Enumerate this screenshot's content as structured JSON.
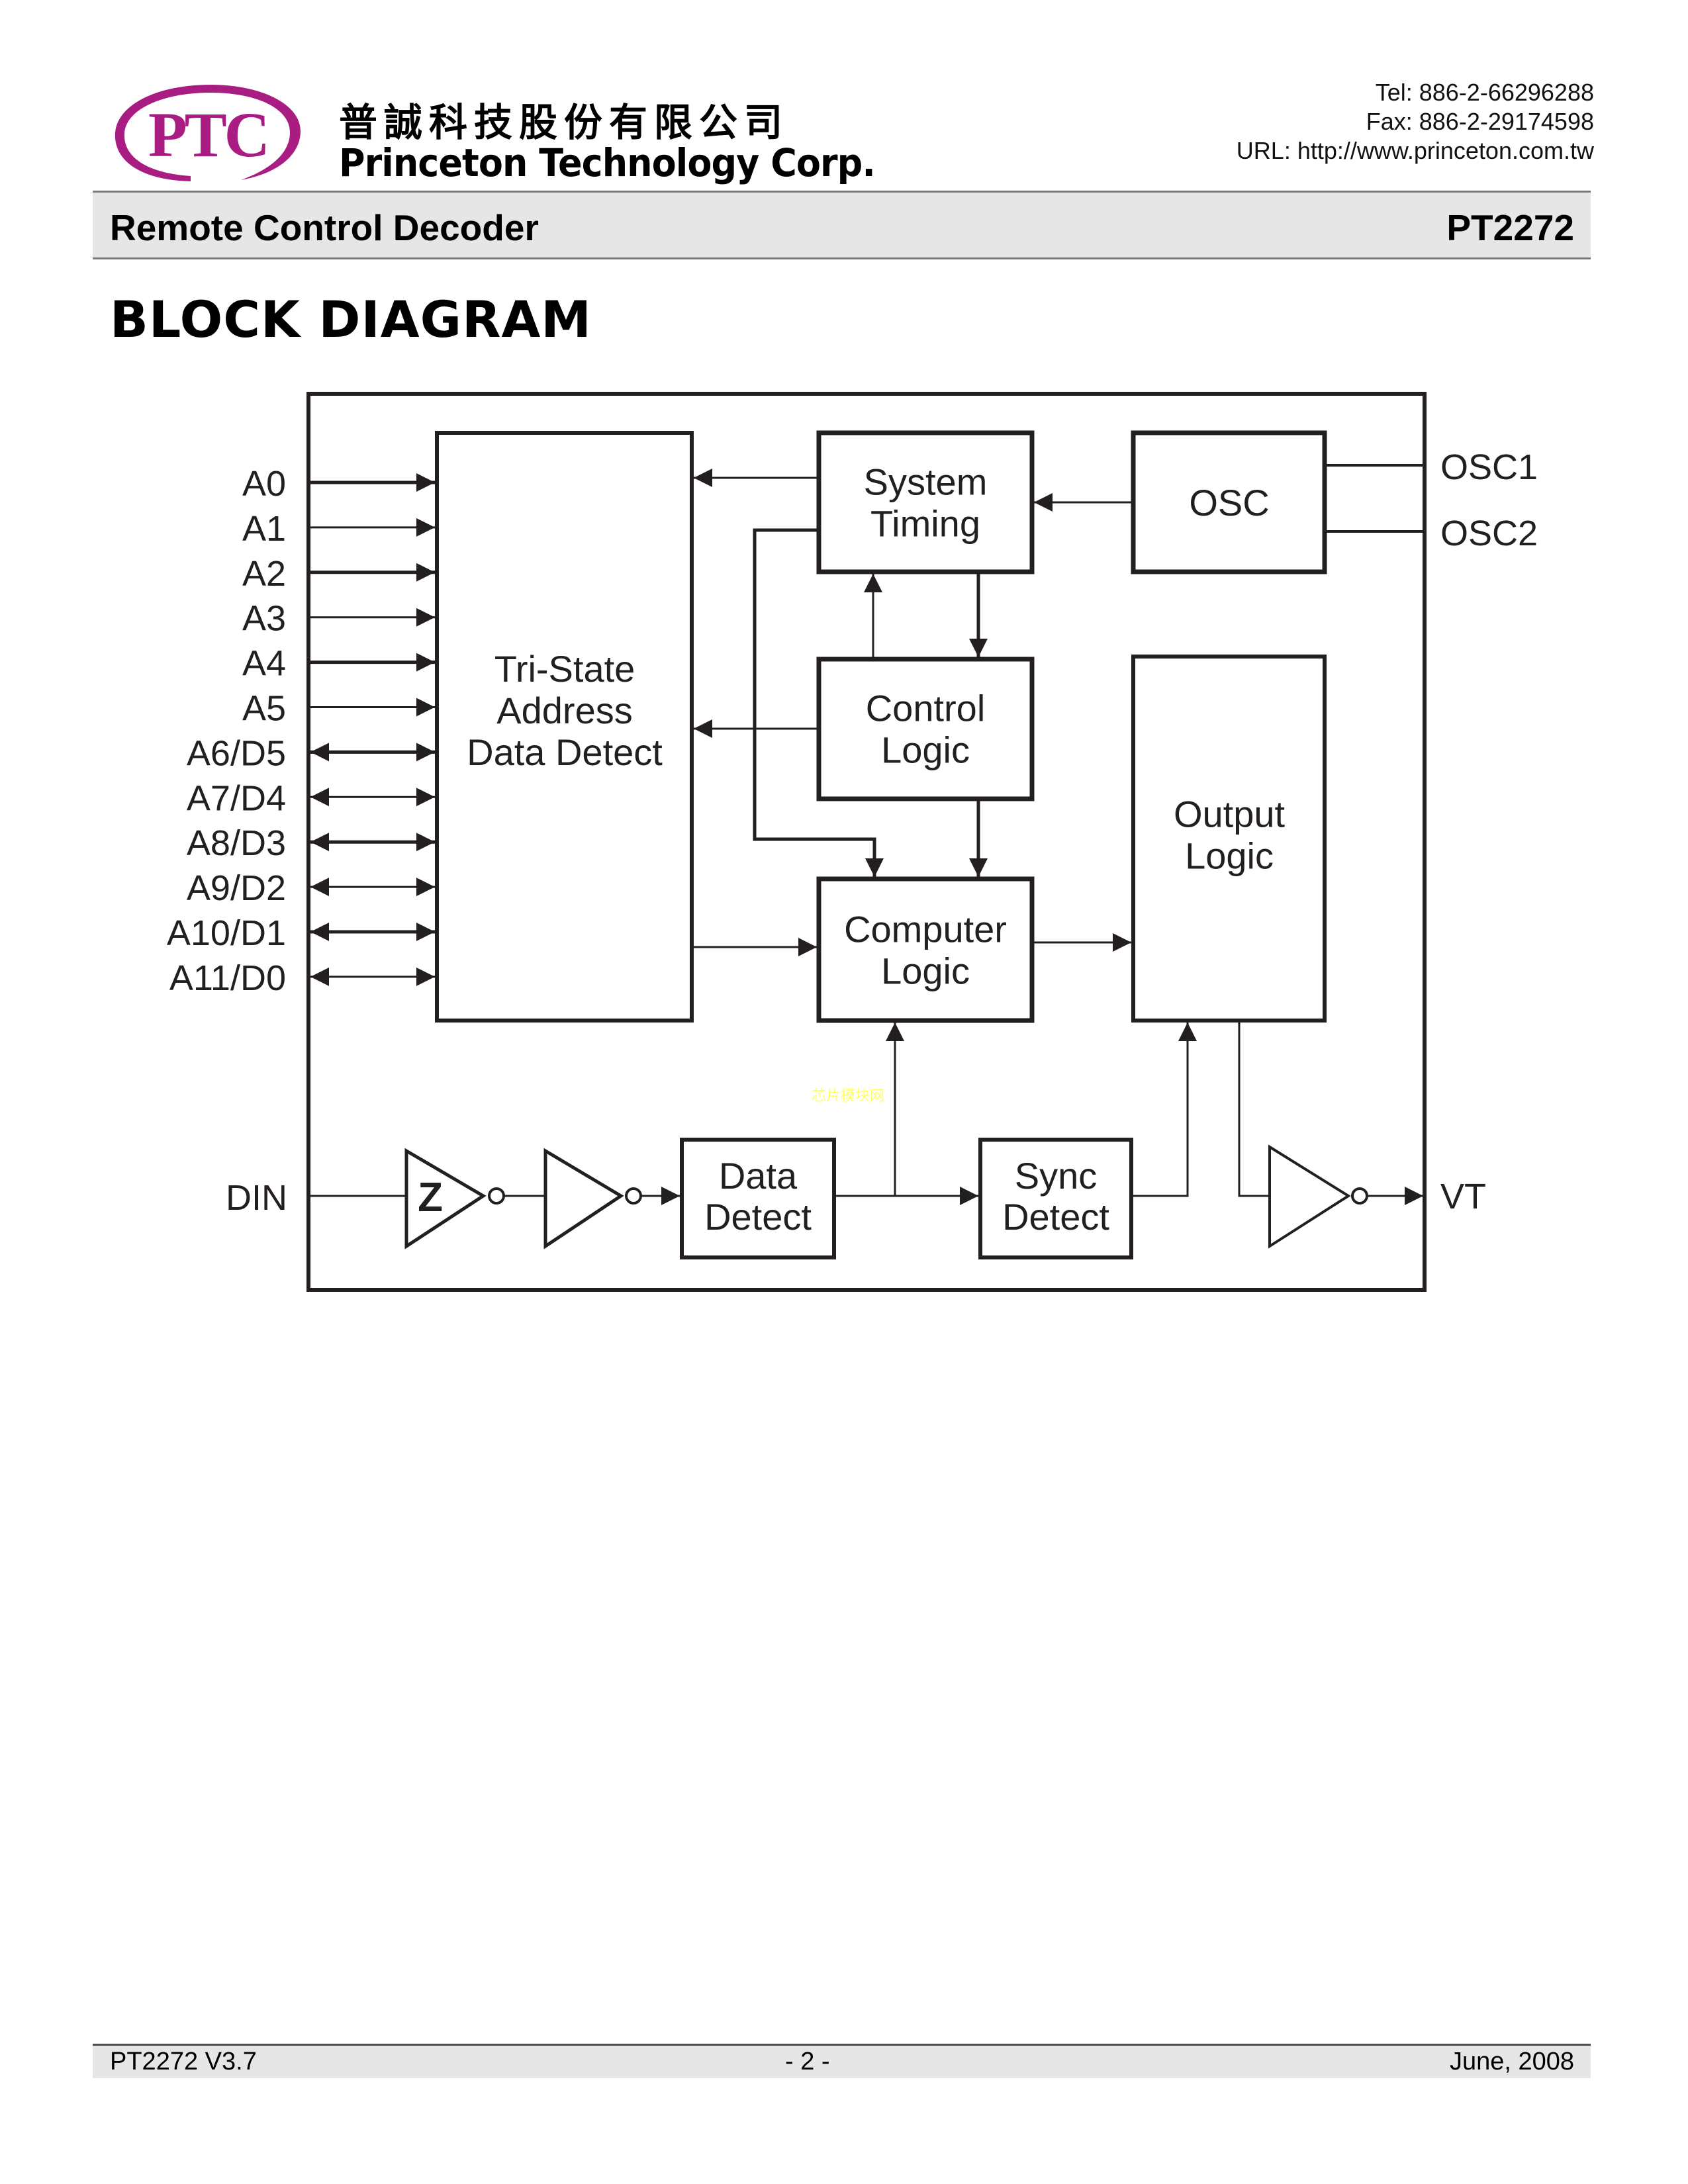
{
  "brand": {
    "logo_text": "PTC",
    "company_name_cn": "普誠科技股份有限公司",
    "company_name_en": "Princeton Technology Corp.",
    "logo_color": "#A91D82"
  },
  "contact": {
    "tel": "Tel: 886-2-66296288",
    "fax": "Fax: 886-2-29174598",
    "url": "URL: http://www.princeton.com.tw"
  },
  "header": {
    "subject": "Remote Control Decoder",
    "part_number": "PT2272"
  },
  "section": {
    "heading": "BLOCK DIAGRAM"
  },
  "diagram": {
    "address_pins": [
      {
        "label": "A0",
        "direction": "in"
      },
      {
        "label": "A1",
        "direction": "in"
      },
      {
        "label": "A2",
        "direction": "in"
      },
      {
        "label": "A3",
        "direction": "in"
      },
      {
        "label": "A4",
        "direction": "in"
      },
      {
        "label": "A5",
        "direction": "in"
      },
      {
        "label": "A6/D5",
        "direction": "bidirectional"
      },
      {
        "label": "A7/D4",
        "direction": "bidirectional"
      },
      {
        "label": "A8/D3",
        "direction": "bidirectional"
      },
      {
        "label": "A9/D2",
        "direction": "bidirectional"
      },
      {
        "label": "A10/D1",
        "direction": "bidirectional"
      },
      {
        "label": "A11/D0",
        "direction": "bidirectional"
      }
    ],
    "pins": {
      "osc1": "OSC1",
      "osc2": "OSC2",
      "din": "DIN",
      "vt": "VT"
    },
    "blocks": {
      "tristate": [
        "Tri-State",
        "Address",
        "Data Detect"
      ],
      "system_timing": [
        "System",
        "Timing"
      ],
      "osc": [
        "OSC"
      ],
      "control_logic": [
        "Control",
        "Logic"
      ],
      "output_logic": [
        "Output",
        "Logic"
      ],
      "computer_logic": [
        "Computer",
        "Logic"
      ],
      "data_detect": [
        "Data",
        "Detect"
      ],
      "sync_detect": [
        "Sync",
        "Detect"
      ]
    },
    "schmitt_symbol": "Z",
    "watermark": "芯片模块网"
  },
  "footer": {
    "version": "PT2272 V3.7",
    "page": "- 2 -",
    "date": "June, 2008"
  }
}
